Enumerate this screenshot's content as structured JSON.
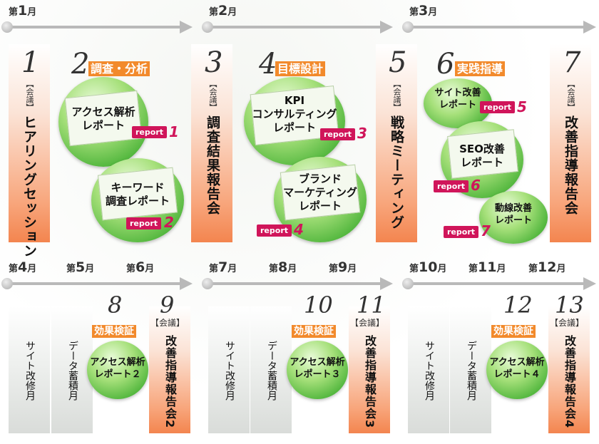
{
  "top_months": [
    {
      "prefix": "第",
      "n": "1",
      "suffix": "月"
    },
    {
      "prefix": "第",
      "n": "2",
      "suffix": "月"
    },
    {
      "prefix": "第",
      "n": "3",
      "suffix": "月"
    }
  ],
  "bottom_months": [
    {
      "n": "4",
      "suffix": "月"
    },
    {
      "n": "5",
      "suffix": "月"
    },
    {
      "n": "6",
      "suffix": "月"
    },
    {
      "prefix": "第",
      "n": "7",
      "suffix": "月"
    },
    {
      "prefix": "第",
      "n": "8",
      "suffix": "月"
    },
    {
      "prefix": "第",
      "n": "9",
      "suffix": "月"
    },
    {
      "prefix": "第",
      "n": "10",
      "suffix": "月"
    },
    {
      "prefix": "第",
      "n": "11",
      "suffix": "月"
    },
    {
      "prefix": "第",
      "n": "12",
      "suffix": "月"
    }
  ],
  "meeting_tag": "【会議】",
  "steps": {
    "s1": {
      "num": "1",
      "title": "ヒアリングセッション"
    },
    "s2": {
      "num": "2",
      "phase": "調査・分析"
    },
    "s3": {
      "num": "3",
      "title": "調査結果報告会"
    },
    "s4": {
      "num": "4",
      "phase": "目標設計"
    },
    "s5": {
      "num": "5",
      "title": "戦略ミーティング"
    },
    "s6": {
      "num": "6",
      "phase": "実践指導"
    },
    "s7": {
      "num": "7",
      "title": "改善指導報告会"
    },
    "s8": {
      "num": "8",
      "phase": "効果検証"
    },
    "s9": {
      "num": "9",
      "title": "改善指導報告会2"
    },
    "s10": {
      "num": "10",
      "phase": "効果検証"
    },
    "s11": {
      "num": "11",
      "title": "改善指導報告会3"
    },
    "s12": {
      "num": "12",
      "phase": "効果検証"
    },
    "s13": {
      "num": "13",
      "title": "改善指導報告会4"
    }
  },
  "reports": [
    {
      "l1": "アクセス解析",
      "l2": "レポート",
      "badge": "report",
      "n": "1"
    },
    {
      "l1": "キーワード",
      "l2": "調査レポート",
      "badge": "report",
      "n": "2"
    },
    {
      "l0": "KPI",
      "l1": "コンサルティング",
      "l2": "レポート",
      "badge": "report",
      "n": "3"
    },
    {
      "l0": "ブランド",
      "l1": "マーケティング",
      "l2": "レポート",
      "badge": "report",
      "n": "4"
    },
    {
      "l1": "サイト改善",
      "l2": "レポート",
      "badge": "report",
      "n": "5"
    },
    {
      "l1": "SEO改善",
      "l2": "レポート",
      "badge": "report",
      "n": "6"
    },
    {
      "l1": "動線改善",
      "l2": "レポート",
      "badge": "report",
      "n": "7"
    }
  ],
  "bottom_reports": [
    {
      "l1": "アクセス解析",
      "l2": "レポート２"
    },
    {
      "l1": "アクセス解析",
      "l2": "レポート３"
    },
    {
      "l1": "アクセス解析",
      "l2": "レポート４"
    }
  ],
  "gray_labels": {
    "site": "サイト改修月",
    "data": "データ蓄積月"
  },
  "colors": {
    "orange": "#f28a2c",
    "report_badge": "#d0155a",
    "green": "#4db43a",
    "arrow": "#b9b9b9"
  }
}
